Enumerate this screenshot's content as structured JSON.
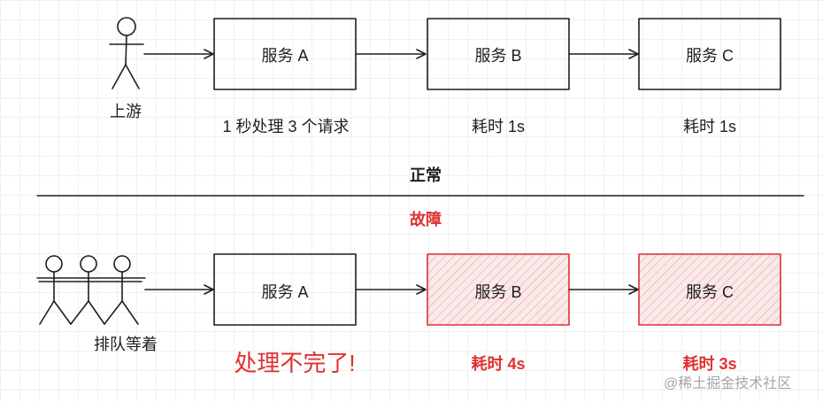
{
  "colors": {
    "stroke": "#1e1e1e",
    "fault": "#e03131",
    "fault_fill": "#fbe9e9",
    "watermark": "#a6a6a6"
  },
  "normal": {
    "upstream_label": "上游",
    "service_a": "服务 A",
    "service_b": "服务 B",
    "service_c": "服务 C",
    "note_a": "1 秒处理 3 个请求",
    "note_b": "耗时 1s",
    "note_c": "耗时 1s",
    "section_label": "正常"
  },
  "fault": {
    "section_label": "故障",
    "queue_label": "排队等着",
    "service_a": "服务 A",
    "service_b": "服务 B",
    "service_c": "服务 C",
    "note_a": "处理不完了!",
    "note_b": "耗时 4s",
    "note_c": "耗时 3s"
  },
  "watermark": {
    "icon": "at-icon",
    "text": "@稀土掘金技术社区"
  }
}
